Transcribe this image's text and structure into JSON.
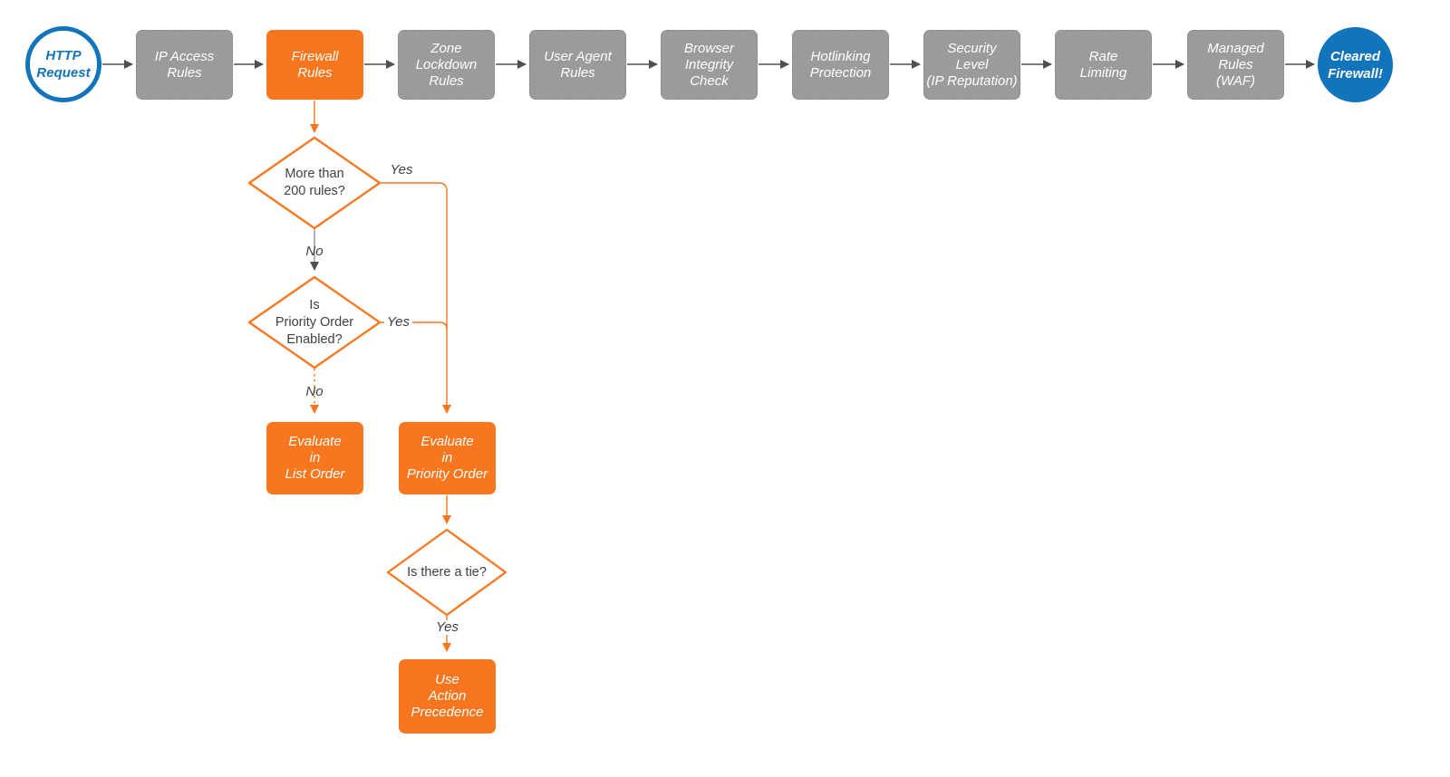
{
  "diagram": {
    "type": "flowchart",
    "colors": {
      "orange": "#f7761e",
      "gray_fill": "#9b9b9b",
      "blue": "#1274ba",
      "connector_dark": "#4f4f4f",
      "label_text": "#404040",
      "node_text": "#ffffff",
      "background": "#ffffff"
    },
    "pipeline": {
      "start": {
        "label": "HTTP\nRequest"
      },
      "steps": [
        {
          "label": "IP Access\nRules",
          "variant": "gray"
        },
        {
          "label": "Firewall\nRules",
          "variant": "orange"
        },
        {
          "label": "Zone\nLockdown\nRules",
          "variant": "gray"
        },
        {
          "label": "User Agent\nRules",
          "variant": "gray"
        },
        {
          "label": "Browser\nIntegrity\nCheck",
          "variant": "gray"
        },
        {
          "label": "Hotlinking\nProtection",
          "variant": "gray"
        },
        {
          "label": "Security\nLevel\n(IP Reputation)",
          "variant": "gray"
        },
        {
          "label": "Rate\nLimiting",
          "variant": "gray"
        },
        {
          "label": "Managed\nRules\n(WAF)",
          "variant": "gray"
        }
      ],
      "end": {
        "label": "Cleared\nFirewall!"
      }
    },
    "branch": {
      "decisions": [
        {
          "label": "More than\n200 rules?"
        },
        {
          "label": "Is\nPriority Order\nEnabled?"
        },
        {
          "label": "Is there a tie?"
        }
      ],
      "actions": [
        {
          "label": "Evaluate\nin\nList Order"
        },
        {
          "label": "Evaluate\nin\nPriority Order"
        },
        {
          "label": "Use\nAction\nPrecedence"
        }
      ],
      "edge_labels": {
        "d1_yes": "Yes",
        "d1_no": "No",
        "d2_yes": "Yes",
        "d2_no": "No",
        "d3_yes": "Yes"
      }
    }
  }
}
